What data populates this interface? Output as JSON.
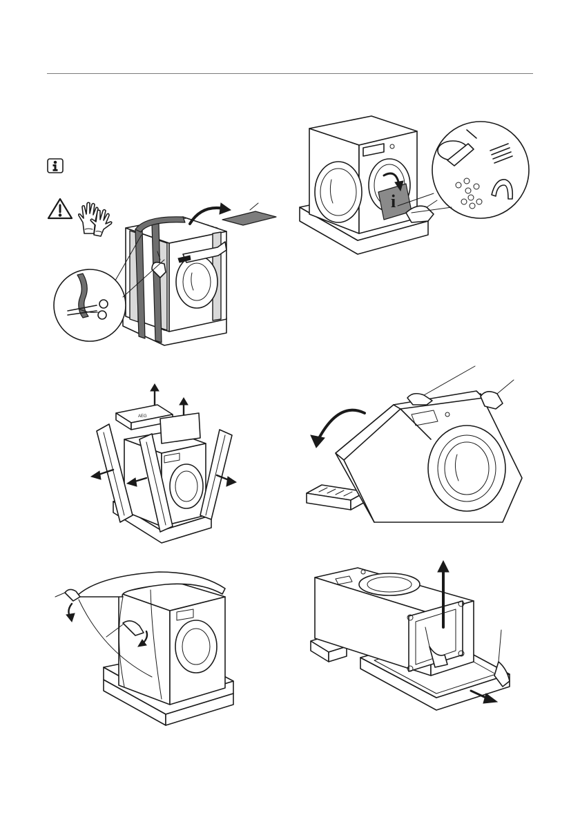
{
  "page": {
    "icons": {
      "info": "info-icon",
      "warning": "warning-triangle-icon",
      "gloves": "gloves-icon"
    },
    "colors": {
      "line": "#1a1a1a",
      "strap": "#6f6f6f",
      "rule": "#7a7a7a",
      "background": "#ffffff"
    }
  },
  "panels": [
    {
      "id": "cut-straps",
      "illustration": "cut-straps-and-remove-top-cover"
    },
    {
      "id": "accessories",
      "illustration": "take-accessories-from-drum"
    },
    {
      "id": "remove-polystyrene",
      "illustration": "remove-top-and-corner-polystyrene"
    },
    {
      "id": "tilt-machine",
      "illustration": "tilt-appliance-backwards"
    },
    {
      "id": "remove-foil",
      "illustration": "remove-plastic-bag"
    },
    {
      "id": "remove-base",
      "illustration": "lift-and-remove-base"
    }
  ]
}
